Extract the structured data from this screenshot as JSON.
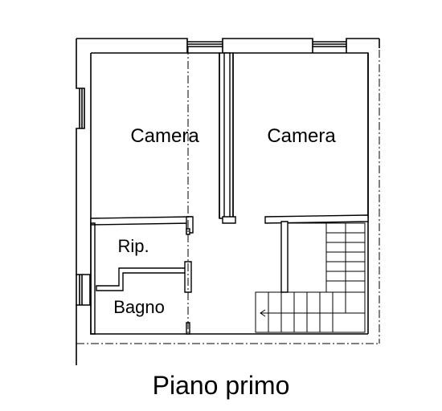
{
  "rooms": {
    "camera_left": "Camera",
    "camera_right": "Camera",
    "ripostiglio": "Rip.",
    "bagno": "Bagno"
  },
  "caption": "Piano primo",
  "colors": {
    "wall_fill": "#ffffff",
    "wall_stroke": "#000000",
    "background": "#ffffff"
  }
}
